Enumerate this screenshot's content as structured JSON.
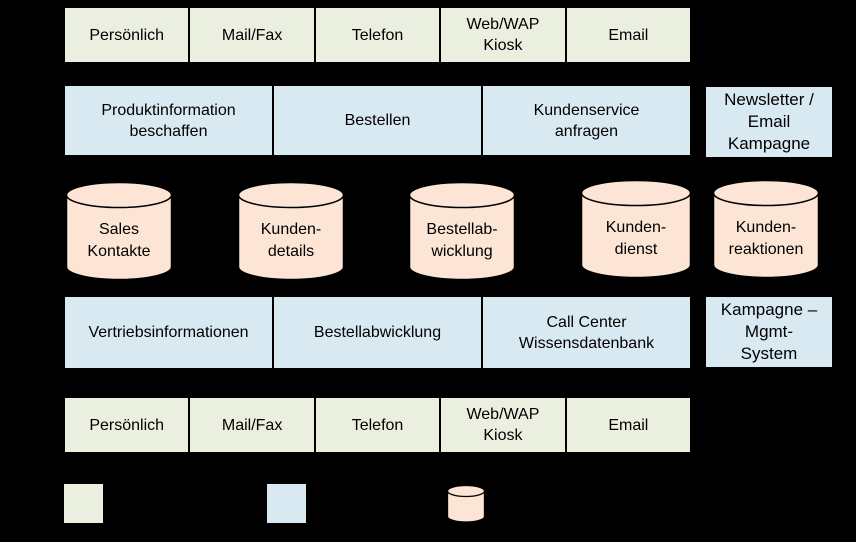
{
  "colors": {
    "background": "#000000",
    "channel_fill": "#ebefdf",
    "process_fill": "#d9e9f2",
    "database_fill": "#fce5d4",
    "outline": "#000000",
    "text": "#000000"
  },
  "channels": [
    "Persönlich",
    "Mail/Fax",
    "Telefon",
    "Web/WAP\nKiosk",
    "Email"
  ],
  "processes": [
    "Produktinformation\nbeschaffen",
    "Bestellen",
    "Kundenservice\nanfragen"
  ],
  "newsletter_box": "Newsletter /\nEmail\nKampagne",
  "databases": [
    "Sales\nKontakte",
    "Kunden-\ndetails",
    "Bestellab-\nwicklung",
    "Kunden-\ndienst",
    "Kunden-\nreaktionen"
  ],
  "systems": [
    "Vertriebsinformationen",
    "Bestellabwicklung",
    "Call Center\nWissensdatenbank"
  ],
  "campaign_box": "Kampagne –\nMgmt-\nSystem",
  "legend": {
    "items": [
      {
        "icon": "channel-swatch",
        "color": "#ebefdf"
      },
      {
        "icon": "process-swatch",
        "color": "#d9e9f2"
      },
      {
        "icon": "database-cylinder",
        "color": "#fce5d4"
      }
    ]
  }
}
